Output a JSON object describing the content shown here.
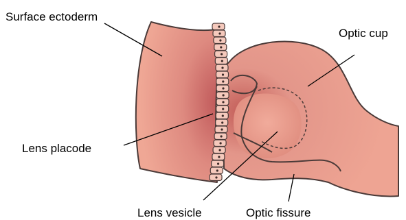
{
  "labels": {
    "surface_ectoderm": "Surface ectoderm",
    "optic_cup": "Optic cup",
    "lens_placode": "Lens placode",
    "lens_vesicle": "Lens vesicle",
    "optic_fissure": "Optic fissure"
  },
  "colors": {
    "tissue_light": "#ec9f8d",
    "tissue_dark": "#c25c57",
    "cell_fill": "#f5c9bc",
    "cell_nucleus": "#3c2a28",
    "outline": "#4a3a38",
    "background": "#ffffff"
  }
}
